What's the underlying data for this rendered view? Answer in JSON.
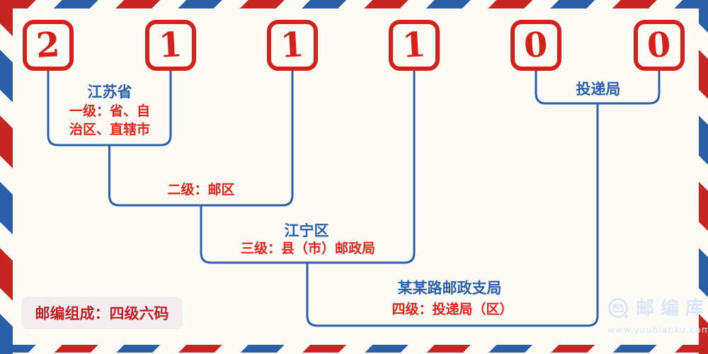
{
  "code": {
    "digits": [
      "2",
      "1",
      "1",
      "1",
      "0",
      "0"
    ]
  },
  "levels": [
    {
      "name": "江苏省",
      "desc_line1": "一级：省、自",
      "desc_line2": "治区、直辖市"
    },
    {
      "desc": "二级：邮区"
    },
    {
      "name": "江宁区",
      "desc": "三级：县（市）邮政局"
    },
    {
      "name": "某某路邮政支局",
      "desc": "四级：投递局（区）"
    },
    {
      "name": "投递局"
    }
  ],
  "badge": {
    "text": "邮编组成：四级六码"
  },
  "watermark": {
    "brand": "邮编库",
    "url": "www.youbianku.com"
  },
  "colors": {
    "bg": "#fcfbf6",
    "red": "#d4221b",
    "blue": "#2b5fa6",
    "text_red": "#e1251c",
    "stripe_red": "#c72521",
    "stripe_blue": "#2a5ea6",
    "badge_bg": "#f6edf0",
    "badge_red": "#c32026",
    "watermark": "#dbe5f6"
  }
}
